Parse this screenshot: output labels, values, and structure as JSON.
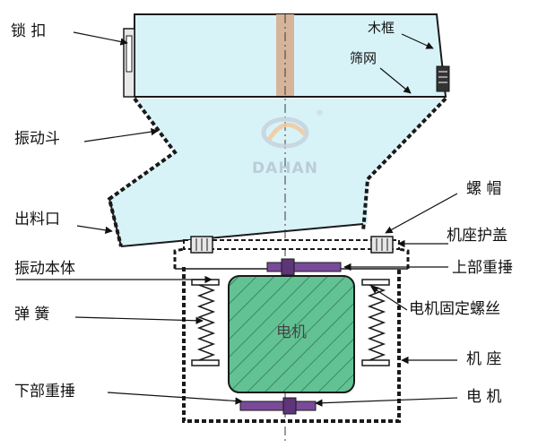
{
  "labels": {
    "lock": "锁  扣",
    "wood_frame": "木框",
    "screen_mesh": "筛网",
    "vibration_hopper": "振动斗",
    "outlet": "出料口",
    "nut_cap": "螺  帽",
    "base_cover": "机座护盖",
    "vibration_body": "振动本体",
    "upper_weight": "上部重捶",
    "spring": "弹  簧",
    "motor_bolt": "电机固定螺丝",
    "base": "机  座",
    "lower_weight": "下部重捶",
    "motor": "电  机"
  },
  "motor_text": "电机",
  "watermark": {
    "brand": "DAHAN",
    "registered": "®"
  },
  "colors": {
    "hopper_fill": "#d8f3f7",
    "motor_fill": "#5fbf8f",
    "weight_fill": "#7a4a9a",
    "mesh_strip": "#d6b49a",
    "frame_line": "#1a1a1a"
  }
}
